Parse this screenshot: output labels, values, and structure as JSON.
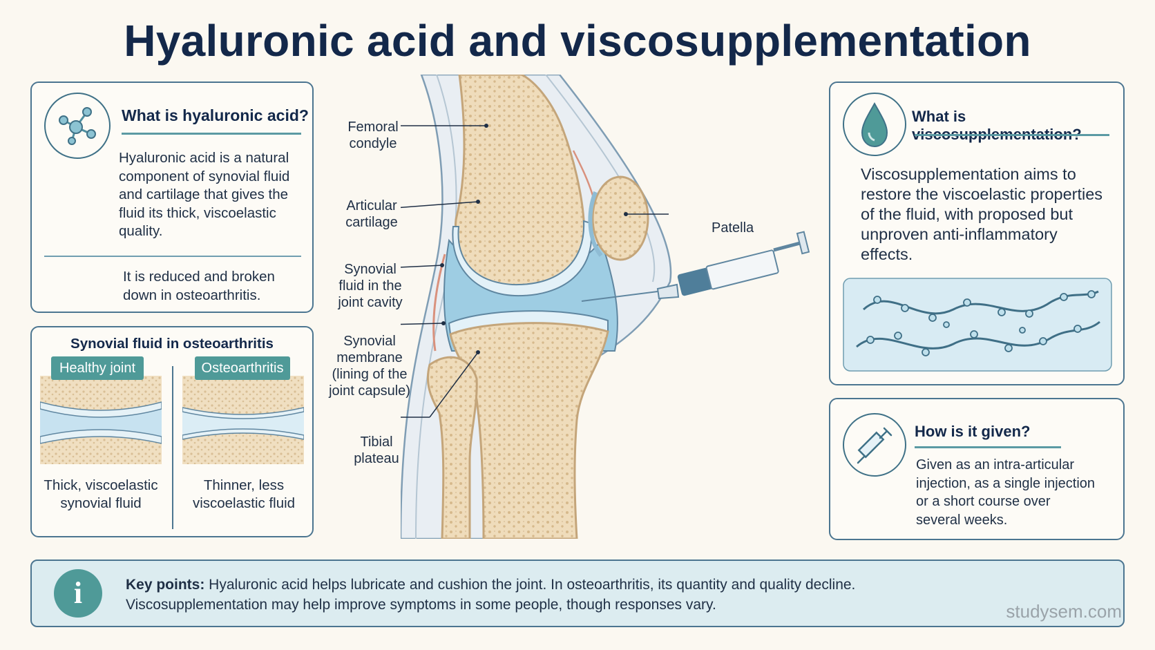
{
  "title": "Hyaluronic acid and viscosupplementation",
  "what_is_ha": {
    "heading": "What is hyaluronic acid?",
    "lines": [
      "Hyaluronic acid is a natural",
      "component of synovial fluid",
      "and cartilage that gives the",
      "fluid its thick, viscoelastic",
      "quality."
    ],
    "note_lines": [
      "It is reduced and broken",
      "down in osteoarthritis."
    ]
  },
  "synovial_oa": {
    "heading": "Synovial fluid in osteoarthritis",
    "healthy_tag": "Healthy joint",
    "oa_tag": "Osteoarthritis",
    "healthy_caption": [
      "Thick, viscoelastic",
      "synovial fluid"
    ],
    "oa_caption": [
      "Thinner, less",
      "viscoelastic fluid"
    ]
  },
  "diagram_labels": {
    "femoral_condyle": [
      "Femoral",
      "condyle"
    ],
    "articular_cartilage": [
      "Articular",
      "cartilage"
    ],
    "synovial_fluid": [
      "Synovial",
      "fluid in the",
      "joint cavity"
    ],
    "synovial_membrane": [
      "Synovial",
      "membrane",
      "(lining of the",
      "joint capsule)"
    ],
    "tibial_plateau": [
      "Tibial",
      "plateau"
    ],
    "patella": "Patella"
  },
  "what_is_visco": {
    "heading": "What is viscosupplementation?",
    "lines": [
      "Viscosupplementation aims to",
      "restore the viscoelastic properties",
      "of the fluid, with proposed but",
      "unproven anti-inflammatory",
      "effects."
    ]
  },
  "how_given": {
    "heading": "How is it given?",
    "lines": [
      "Given as an intra-articular",
      "injection, as a single injection",
      "or a short course over",
      "several weeks."
    ]
  },
  "key_points": {
    "label": "Key points:",
    "line1": " Hyaluronic acid helps lubricate and cushion the joint.  In osteoarthritis, its quantity and quality decline.",
    "line2": "Viscosupplementation may help improve symptoms in some people, though responses vary.",
    "icon_glyph": "i"
  },
  "watermark": "studysem.com",
  "colors": {
    "navy": "#13284a",
    "teal": "#4f9a98",
    "border": "#4b7590",
    "bone": "#efdcbb",
    "fluid": "#bcdcec",
    "keybox": "#dcecf0"
  }
}
